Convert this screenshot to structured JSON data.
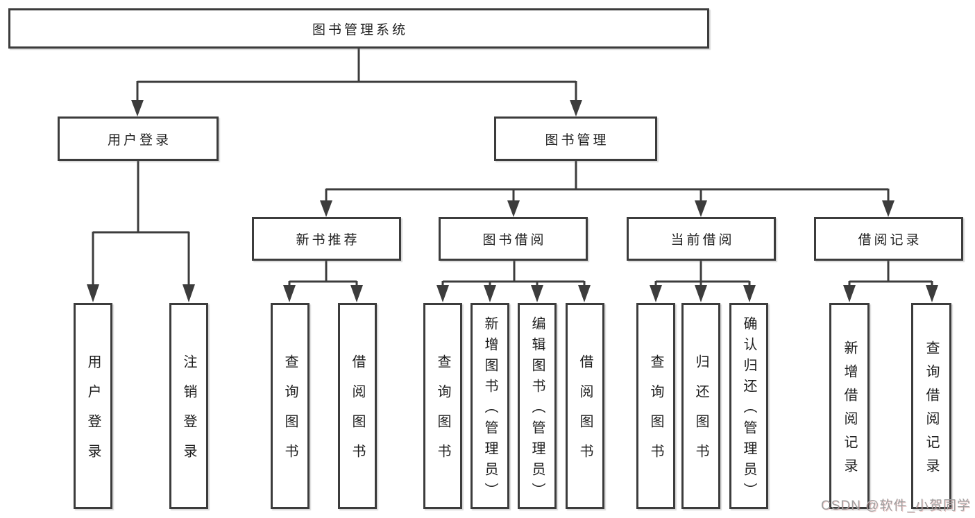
{
  "diagram": {
    "root": {
      "label": "图书管理系统"
    },
    "branches": {
      "user_login": {
        "label": "用户登录",
        "children": [
          "用户登录",
          "注销登录"
        ]
      },
      "book_management": {
        "label": "图书管理"
      }
    },
    "sections": {
      "new_book_recommend": {
        "label": "新书推荐",
        "children": [
          "查询图书",
          "借阅图书"
        ]
      },
      "book_borrow": {
        "label": "图书借阅",
        "children": [
          "查询图书",
          "新增图书（管理员）",
          "编辑图书（管理员）",
          "借阅图书"
        ]
      },
      "current_borrow": {
        "label": "当前借阅",
        "children": [
          "查询图书",
          "归还图书",
          "确认归还（管理员）"
        ]
      },
      "borrow_records": {
        "label": "借阅记录",
        "children": [
          "新增借阅记录",
          "查询借阅记录"
        ]
      }
    }
  },
  "watermark": "CSDN @软件_小贺同学",
  "colors": {
    "line": "#3c3c3c",
    "text": "#1e1e1e",
    "background": "#ffffff",
    "watermark": "#9f9f9f"
  }
}
